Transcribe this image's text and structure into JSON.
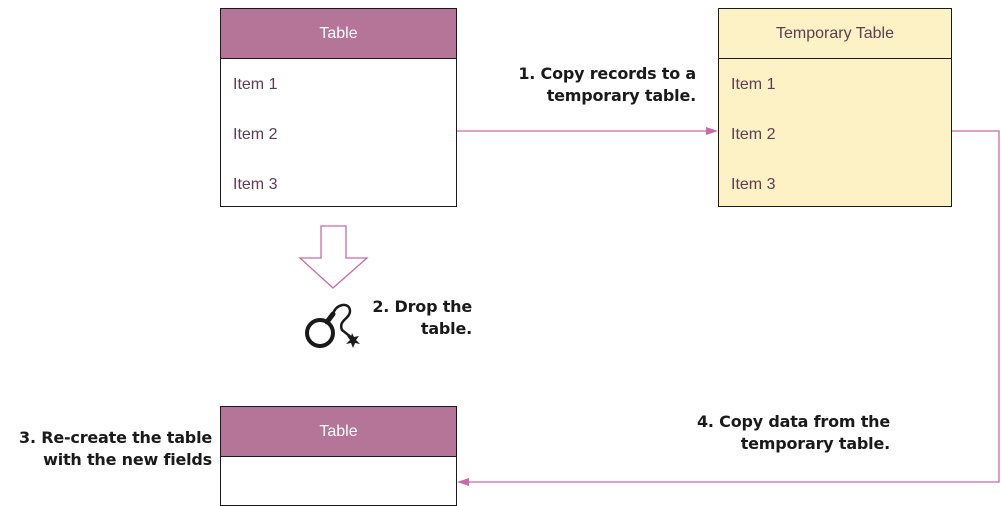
{
  "tables": {
    "main": {
      "header": "Table",
      "rows": [
        "Item 1",
        "Item 2",
        "Item 3"
      ]
    },
    "temp": {
      "header": "Temporary Table",
      "rows": [
        "Item 1",
        "Item 2",
        "Item 3"
      ]
    },
    "new": {
      "header": "Table"
    }
  },
  "steps": {
    "copy": [
      "1. Copy records to a",
      "temporary table."
    ],
    "drop": [
      "2. Drop the",
      "table."
    ],
    "recreate": [
      "3. Re-create the table",
      "with the new fields"
    ],
    "copy_back": [
      "4. Copy data from the",
      "temporary table."
    ]
  },
  "colors": {
    "header_fill": "#b47599",
    "temp_fill": "#fdf1c6",
    "connector": "#c86aa6",
    "row_text": "#5e3d52"
  },
  "icons": {
    "down_arrow": "hollow-down-arrow-icon",
    "bomb": "bomb-icon"
  }
}
